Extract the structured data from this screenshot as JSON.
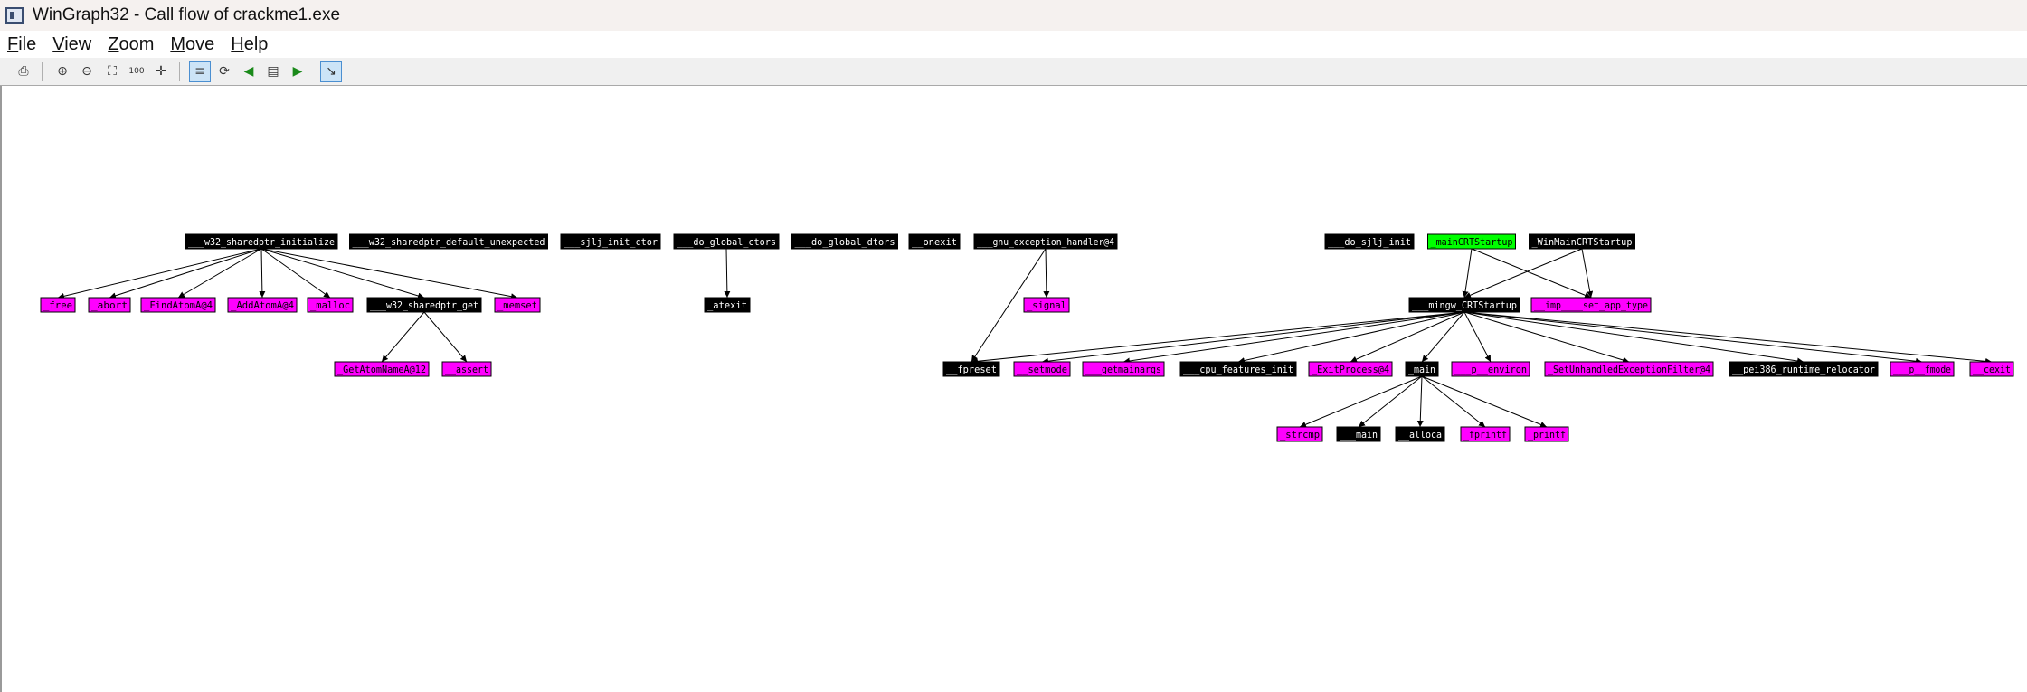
{
  "window": {
    "title": "WinGraph32 - Call flow of crackme1.exe"
  },
  "menu": {
    "items": [
      {
        "mn": "F",
        "rest": "ile"
      },
      {
        "mn": "V",
        "rest": "iew"
      },
      {
        "mn": "Z",
        "rest": "oom"
      },
      {
        "mn": "M",
        "rest": "ove"
      },
      {
        "mn": "H",
        "rest": "elp"
      }
    ]
  },
  "toolbar": {
    "buttons": [
      {
        "name": "print-icon",
        "glyph": "⎙"
      },
      {
        "name": "zoom-in-icon",
        "glyph": "⊕"
      },
      {
        "name": "zoom-out-icon",
        "glyph": "⊖"
      },
      {
        "name": "fit-window-icon",
        "glyph": "⛶"
      },
      {
        "name": "zoom-100-icon",
        "glyph": "100"
      },
      {
        "name": "center-icon",
        "glyph": "✛"
      },
      {
        "name": "layout-icon",
        "glyph": "≡"
      },
      {
        "name": "rotate-icon",
        "glyph": "⟳"
      },
      {
        "name": "prev-icon",
        "glyph": "◀"
      },
      {
        "name": "nodes-icon",
        "glyph": "▤"
      },
      {
        "name": "next-icon",
        "glyph": "▶"
      },
      {
        "name": "select-icon",
        "glyph": "↘"
      }
    ]
  },
  "colors": {
    "black_node": "#000000",
    "magenta_node": "#ff00ff",
    "green_node": "#00ff00",
    "edge": "#000000",
    "text_on_black": "#ffffff",
    "text_on_color": "#000000"
  },
  "graph": {
    "nodes": [
      {
        "id": "n1",
        "label": "___w32_sharedptr_initialize",
        "color": "black"
      },
      {
        "id": "n2",
        "label": "___w32_sharedptr_default_unexpected",
        "color": "black"
      },
      {
        "id": "n3",
        "label": "___sjlj_init_ctor",
        "color": "black"
      },
      {
        "id": "n4",
        "label": "___do_global_ctors",
        "color": "black"
      },
      {
        "id": "n5",
        "label": "___do_global_dtors",
        "color": "black"
      },
      {
        "id": "n6",
        "label": "__onexit",
        "color": "black"
      },
      {
        "id": "n7",
        "label": "___gnu_exception_handler@4",
        "color": "black"
      },
      {
        "id": "n8",
        "label": "___do_sjlj_init",
        "color": "black"
      },
      {
        "id": "n9",
        "label": "_mainCRTStartup",
        "color": "green"
      },
      {
        "id": "n10",
        "label": "_WinMainCRTStartup",
        "color": "black"
      },
      {
        "id": "n11",
        "label": "_free",
        "color": "magenta"
      },
      {
        "id": "n12",
        "label": "_abort",
        "color": "magenta"
      },
      {
        "id": "n13",
        "label": "_FindAtomA@4",
        "color": "magenta"
      },
      {
        "id": "n14",
        "label": "_AddAtomA@4",
        "color": "magenta"
      },
      {
        "id": "n15",
        "label": "_malloc",
        "color": "magenta"
      },
      {
        "id": "n16",
        "label": "___w32_sharedptr_get",
        "color": "black"
      },
      {
        "id": "n17",
        "label": "_memset",
        "color": "magenta"
      },
      {
        "id": "n18",
        "label": "_atexit",
        "color": "black"
      },
      {
        "id": "n19",
        "label": "_signal",
        "color": "magenta"
      },
      {
        "id": "n20",
        "label": "___mingw_CRTStartup",
        "color": "black"
      },
      {
        "id": "n21",
        "label": "__imp____set_app_type",
        "color": "magenta"
      },
      {
        "id": "n22",
        "label": "_GetAtomNameA@12",
        "color": "magenta"
      },
      {
        "id": "n23",
        "label": "__assert",
        "color": "magenta"
      },
      {
        "id": "n24",
        "label": "__fpreset",
        "color": "black"
      },
      {
        "id": "n25",
        "label": "__setmode",
        "color": "magenta"
      },
      {
        "id": "n26",
        "label": "___getmainargs",
        "color": "magenta"
      },
      {
        "id": "n27",
        "label": "___cpu_features_init",
        "color": "black"
      },
      {
        "id": "n28",
        "label": "_ExitProcess@4",
        "color": "magenta"
      },
      {
        "id": "n29",
        "label": "_main",
        "color": "black"
      },
      {
        "id": "n30",
        "label": "___p__environ",
        "color": "magenta"
      },
      {
        "id": "n31",
        "label": "_SetUnhandledExceptionFilter@4",
        "color": "magenta"
      },
      {
        "id": "n32",
        "label": "__pei386_runtime_relocator",
        "color": "black"
      },
      {
        "id": "n33",
        "label": "___p__fmode",
        "color": "magenta"
      },
      {
        "id": "n34",
        "label": "__cexit",
        "color": "magenta"
      },
      {
        "id": "n35",
        "label": "_strcmp",
        "color": "magenta"
      },
      {
        "id": "n36",
        "label": "___main",
        "color": "black"
      },
      {
        "id": "n37",
        "label": "__alloca",
        "color": "black"
      },
      {
        "id": "n38",
        "label": "_fprintf",
        "color": "magenta"
      },
      {
        "id": "n39",
        "label": "_printf",
        "color": "magenta"
      }
    ],
    "edges": [
      [
        "n1",
        "n11"
      ],
      [
        "n1",
        "n12"
      ],
      [
        "n1",
        "n13"
      ],
      [
        "n1",
        "n14"
      ],
      [
        "n1",
        "n15"
      ],
      [
        "n1",
        "n16"
      ],
      [
        "n1",
        "n17"
      ],
      [
        "n16",
        "n22"
      ],
      [
        "n16",
        "n23"
      ],
      [
        "n4",
        "n18"
      ],
      [
        "n7",
        "n19"
      ],
      [
        "n7",
        "n24"
      ],
      [
        "n9",
        "n20"
      ],
      [
        "n9",
        "n21"
      ],
      [
        "n10",
        "n20"
      ],
      [
        "n10",
        "n21"
      ],
      [
        "n20",
        "n24"
      ],
      [
        "n20",
        "n25"
      ],
      [
        "n20",
        "n26"
      ],
      [
        "n20",
        "n27"
      ],
      [
        "n20",
        "n28"
      ],
      [
        "n20",
        "n29"
      ],
      [
        "n20",
        "n30"
      ],
      [
        "n20",
        "n31"
      ],
      [
        "n20",
        "n32"
      ],
      [
        "n20",
        "n33"
      ],
      [
        "n20",
        "n34"
      ],
      [
        "n29",
        "n35"
      ],
      [
        "n29",
        "n36"
      ],
      [
        "n29",
        "n37"
      ],
      [
        "n29",
        "n38"
      ],
      [
        "n29",
        "n39"
      ]
    ]
  }
}
